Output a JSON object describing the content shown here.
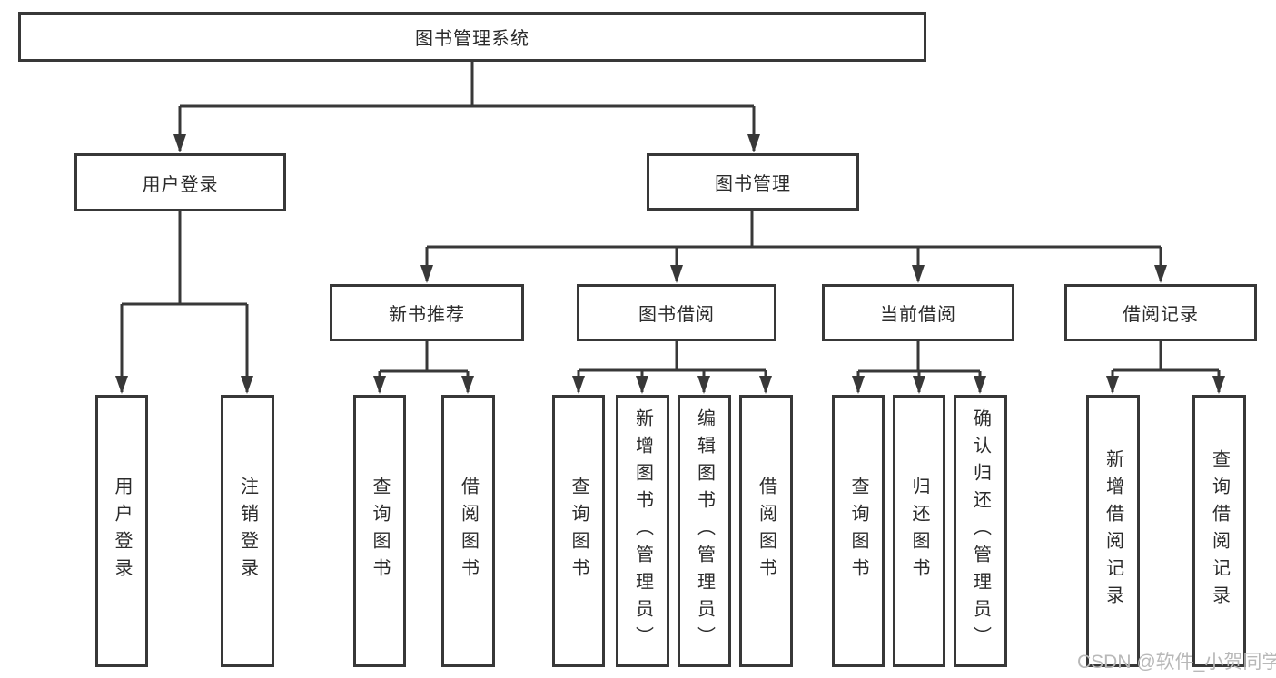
{
  "diagram": {
    "root": {
      "label": "图书管理系统"
    },
    "branches": [
      {
        "label": "用户登录",
        "children": [
          {
            "label": "用户登录"
          },
          {
            "label": "注销登录"
          }
        ]
      },
      {
        "label": "图书管理",
        "children": [
          {
            "label": "新书推荐",
            "children": [
              {
                "label": "查询图书"
              },
              {
                "label": "借阅图书"
              }
            ]
          },
          {
            "label": "图书借阅",
            "children": [
              {
                "label": "查询图书"
              },
              {
                "label": "新增图书（管理员）"
              },
              {
                "label": "编辑图书（管理员）"
              },
              {
                "label": "借阅图书"
              }
            ]
          },
          {
            "label": "当前借阅",
            "children": [
              {
                "label": "查询图书"
              },
              {
                "label": "归还图书"
              },
              {
                "label": "确认归还（管理员）"
              }
            ]
          },
          {
            "label": "借阅记录",
            "children": [
              {
                "label": "新增借阅记录"
              },
              {
                "label": "查询借阅记录"
              }
            ]
          }
        ]
      }
    ],
    "watermark": "CSDN @软件_小贺同学",
    "colors": {
      "line": "#383838",
      "text": "#2b2b2b",
      "background": "#ffffff",
      "watermark": "#b8b8b8"
    }
  }
}
